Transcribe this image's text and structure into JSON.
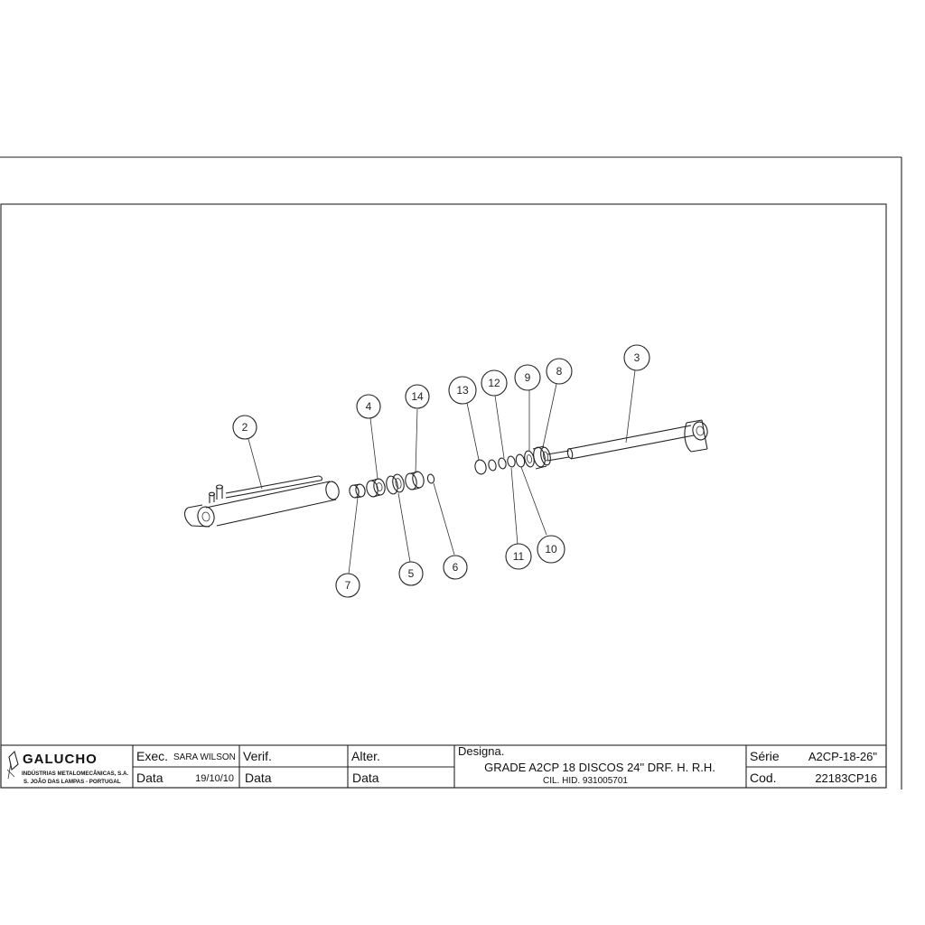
{
  "title_block": {
    "company_logo": "GALUCHO",
    "company_name": "INDÚSTRIAS METALOMECÂNICAS, S.A.",
    "company_address": "S. JOÃO DAS LAMPAS - PORTUGAL",
    "exec_label": "Exec.",
    "exec_value": "SARA WILSON",
    "verif_label": "Verif.",
    "alter_label": "Alter.",
    "data_label": "Data",
    "data_value": "19/10/10",
    "verif_data_label": "Data",
    "alter_data_label": "Data",
    "designa_label": "Designa.",
    "designation_line1": "GRADE A2CP 18 DISCOS 24\" DRF. H. R.H.",
    "designation_line2": "CIL. HID. 931005701",
    "serie_label": "Série",
    "serie_value": "A2CP-18-26\"",
    "cod_label": "Cod.",
    "cod_value": "22183CP16"
  },
  "callouts": [
    "2",
    "4",
    "14",
    "7",
    "5",
    "6",
    "13",
    "12",
    "9",
    "8",
    "3",
    "11",
    "10"
  ]
}
